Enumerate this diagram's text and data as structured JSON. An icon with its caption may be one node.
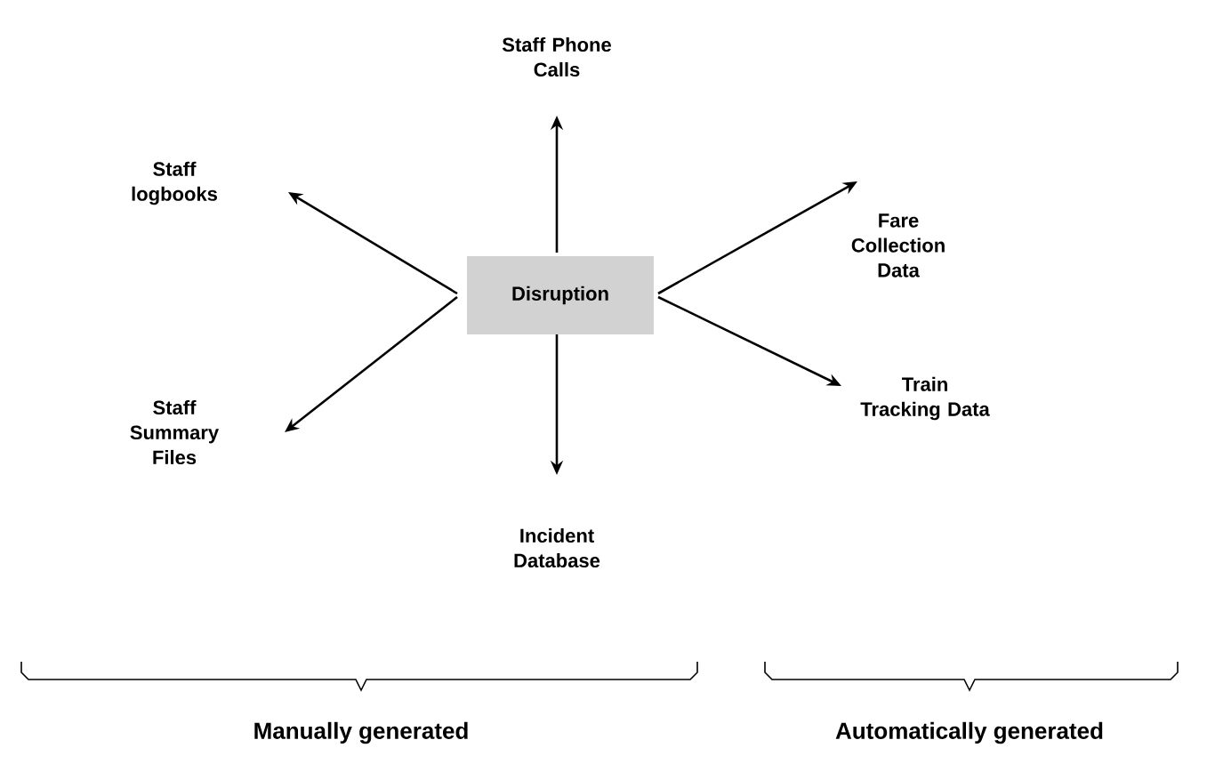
{
  "diagram": {
    "nodes": [
      {
        "text": [
          "Disruption"
        ]
      },
      {
        "text": [
          "Staff Phone Calls"
        ]
      },
      {
        "text": [
          "Staff logbooks"
        ]
      },
      {
        "text": [
          "Staff Summary Files"
        ]
      },
      {
        "text": [
          "Incident Database"
        ]
      },
      {
        "text": [
          "Fare Collection Data"
        ]
      },
      {
        "text": [
          "Train Tracking Data"
        ]
      }
    ],
    "edges": [
      {
        "from": 0,
        "to": 1,
        "arrow": "to"
      },
      {
        "from": 0,
        "to": 2,
        "arrow": "to"
      },
      {
        "from": 0,
        "to": 3,
        "arrow": "to"
      },
      {
        "from": 0,
        "to": 4,
        "arrow": "to"
      },
      {
        "from": 0,
        "to": 5,
        "arrow": "to"
      },
      {
        "from": 0,
        "to": 6,
        "arrow": "to"
      }
    ],
    "labels": [
      "Manually generated",
      "Automatically generated"
    ]
  }
}
